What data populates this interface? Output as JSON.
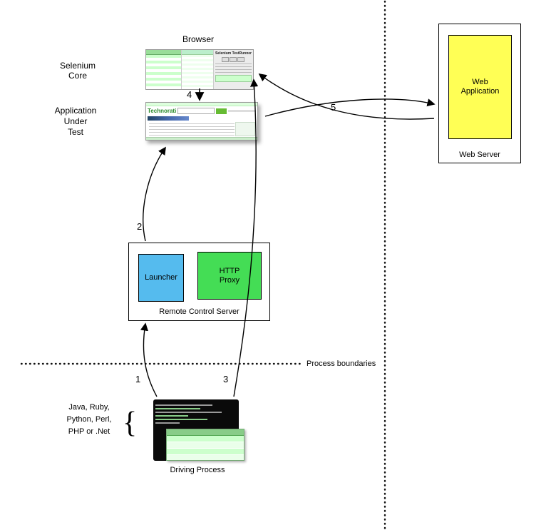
{
  "labels": {
    "browser": "Browser",
    "selenium_core": "Selenium\nCore",
    "application_under_test": "Application\nUnder\nTest",
    "web_server": "Web Server",
    "web_application": "Web\nApplication",
    "remote_control_server": "Remote Control Server",
    "launcher": "Launcher",
    "http_proxy": "HTTP\nProxy",
    "process_boundaries": "Process boundaries",
    "driving_process": "Driving Process",
    "languages": "Java, Ruby,\nPython, Perl,\nPHP or .Net",
    "brace": "{"
  },
  "numbers": {
    "n1": "1",
    "n2": "2",
    "n3": "3",
    "n4": "4",
    "n5": "5"
  },
  "screens": {
    "testrunner_title": "Selenium TestRunner",
    "technorati_logo": "Technorati"
  },
  "colors": {
    "launcher_fill": "#55bbee",
    "proxy_fill": "#44dd55",
    "webapp_fill": "#ffff55"
  }
}
